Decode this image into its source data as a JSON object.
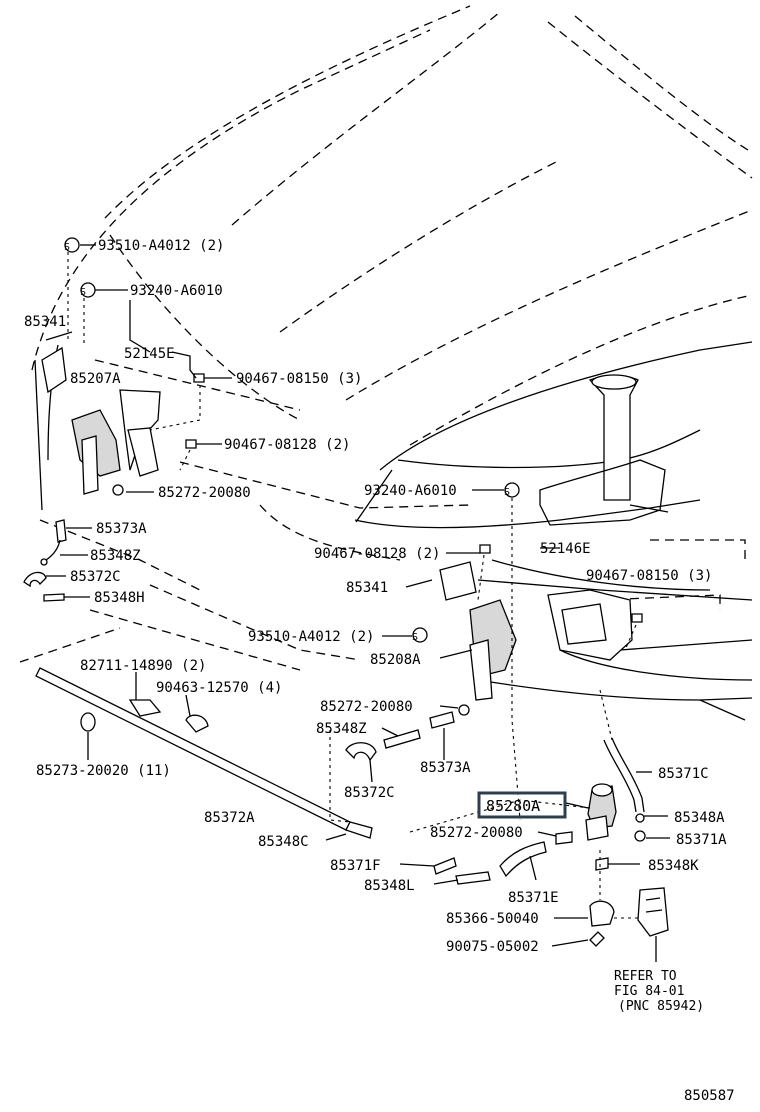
{
  "diagram_id": "850587",
  "highlighted_part": "85280A",
  "labels": {
    "l93510a": "93510-A4012 (2)",
    "l93240a": "93240-A6010",
    "l85341a": "85341",
    "l52145e": "52145E",
    "l90467_150a": "90467-08150 (3)",
    "l85207a": "85207A",
    "l90467_128a": "90467-08128 (2)",
    "l85272a": "85272-20080",
    "l85373a_l": "85373A",
    "l85348z_l": "85348Z",
    "l85372c_l": "85372C",
    "l85348h": "85348H",
    "l93240b": "93240-A6010",
    "l90467_128b": "90467-08128 (2)",
    "l52146e": "52146E",
    "l90467_150b": "90467-08150 (3)",
    "l85341b": "85341",
    "l93510b": "93510-A4012 (2)",
    "l85208a": "85208A",
    "l82711": "82711-14890 (2)",
    "l90463": "90463-12570 (4)",
    "l85273": "85273-20020 (11)",
    "l85372a": "85372A",
    "l85272b": "85272-20080",
    "l85348z_r": "85348Z",
    "l85373a_r": "85373A",
    "l85372c_r": "85372C",
    "l85371c": "85371C",
    "l85280a": "85280A",
    "l85348a": "85348A",
    "l85272c": "85272-20080",
    "l85371a": "85371A",
    "l85348c": "85348C",
    "l85348k": "85348K",
    "l85371f": "85371F",
    "l85348l": "85348L",
    "l85371e": "85371E",
    "l85366": "85366-50040",
    "l90075": "90075-05002",
    "ref1": "REFER TO",
    "ref2": "FIG 84-01",
    "ref3": "(PNC 85942)",
    "s_mark": "S"
  }
}
